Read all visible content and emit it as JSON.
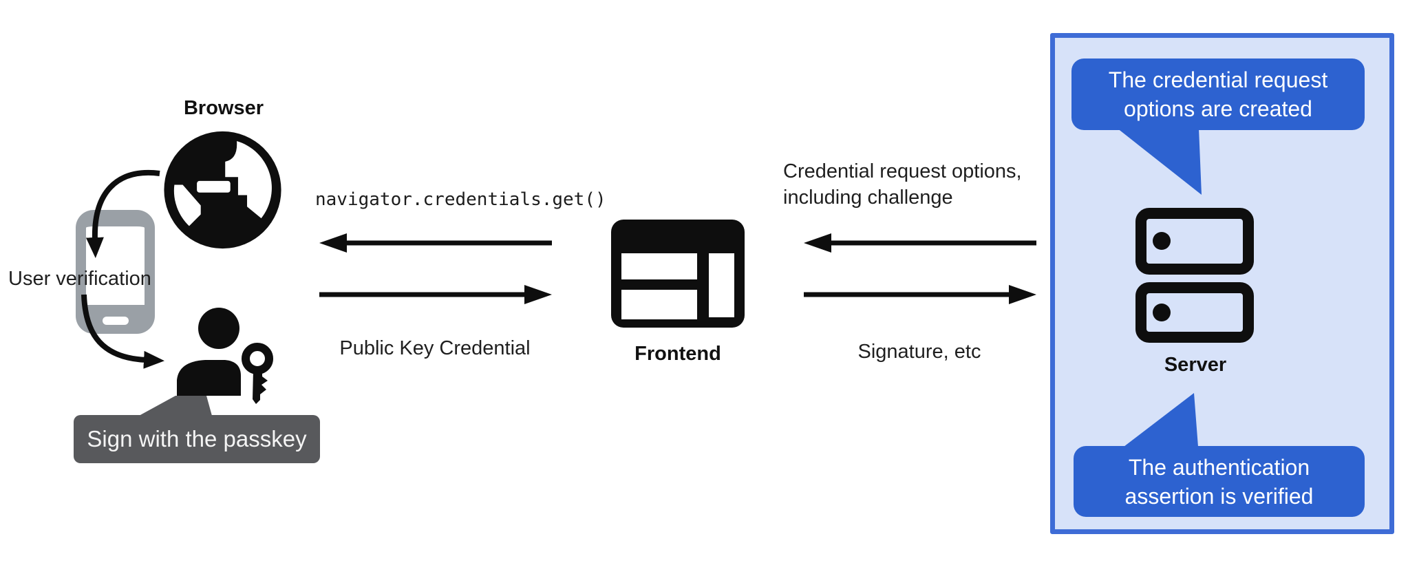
{
  "diagram": {
    "title_hint": "Passkey authentication flow",
    "nodes": {
      "browser": {
        "label": "Browser"
      },
      "frontend": {
        "label": "Frontend"
      },
      "server": {
        "label": "Server"
      },
      "user_verification": {
        "label": "User verification"
      },
      "passkey_tooltip": {
        "label": "Sign with the passkey"
      }
    },
    "messages": {
      "get_call": "navigator.credentials.get()",
      "public_key_credential": "Public Key Credential",
      "credential_request_line1": "Credential request options,",
      "credential_request_line2": "including challenge",
      "signature": "Signature, etc"
    },
    "server_callouts": {
      "top_line1": "The credential request",
      "top_line2": "options are created",
      "bottom_line1": "The authentication",
      "bottom_line2": "assertion is verified"
    },
    "colors": {
      "panel_bg": "#d7e2f9",
      "panel_border": "#3e6cd6",
      "bubble": "#2d62d0",
      "tooltip_bg": "#58595c",
      "phone_gray": "#9aa0a6",
      "ink": "#0e0e0e"
    }
  }
}
